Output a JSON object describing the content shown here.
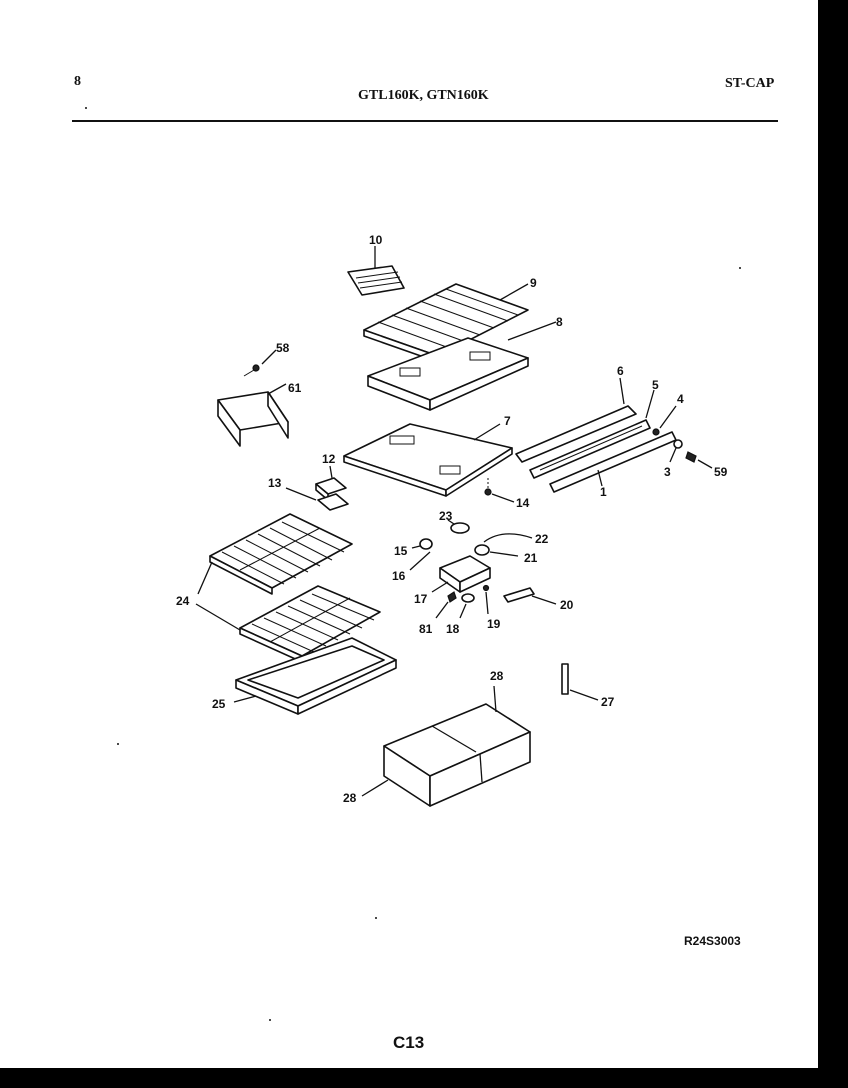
{
  "header": {
    "page_number": "8",
    "models": "GTL160K, GTN160K",
    "section": "ST-CAP"
  },
  "footer": {
    "drawing_code": "R24S3003",
    "page_code": "C13"
  },
  "callouts": {
    "c10": "10",
    "c9": "9",
    "c8": "8",
    "c58": "58",
    "c61": "61",
    "c7": "7",
    "c6": "6",
    "c5": "5",
    "c4": "4",
    "c3": "3",
    "c59": "59",
    "c1": "1",
    "c14": "14",
    "c12": "12",
    "c13": "13",
    "c23": "23",
    "c22": "22",
    "c21": "21",
    "c15": "15",
    "c16": "16",
    "c17": "17",
    "c81": "81",
    "c18": "18",
    "c19": "19",
    "c20": "20",
    "c24": "24",
    "c25": "25",
    "c28a": "28",
    "c27": "27",
    "c28b": "28"
  }
}
